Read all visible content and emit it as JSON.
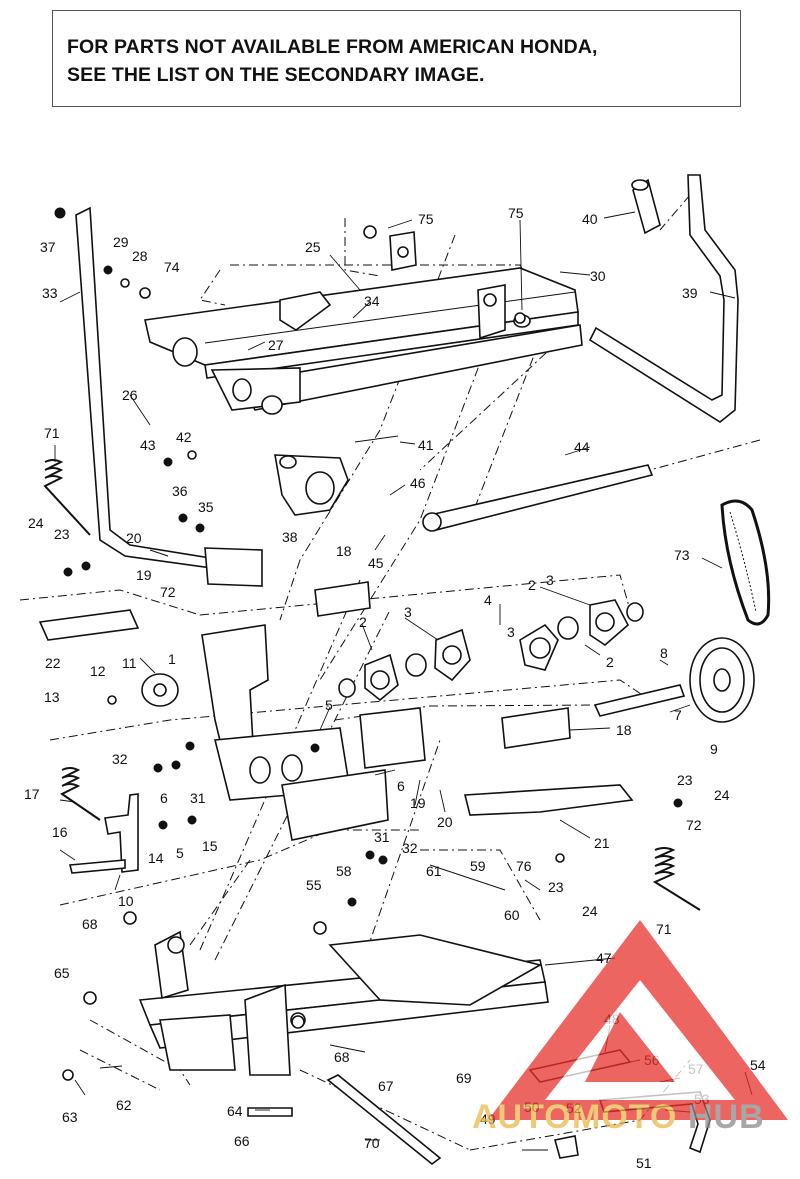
{
  "notice": {
    "line1": "FOR PARTS NOT AVAILABLE FROM AMERICAN HONDA,",
    "line2": "SEE THE LIST ON THE SECONDARY IMAGE."
  },
  "callouts": [
    "1",
    "2",
    "2",
    "2",
    "3",
    "3",
    "3",
    "4",
    "5",
    "5",
    "6",
    "6",
    "7",
    "8",
    "9",
    "10",
    "11",
    "12",
    "13",
    "14",
    "15",
    "16",
    "17",
    "18",
    "18",
    "19",
    "19",
    "20",
    "20",
    "21",
    "22",
    "23",
    "23",
    "24",
    "24",
    "25",
    "26",
    "27",
    "28",
    "29",
    "30",
    "31",
    "31",
    "32",
    "32",
    "33",
    "34",
    "35",
    "36",
    "37",
    "38",
    "39",
    "40",
    "41",
    "42",
    "43",
    "44",
    "45",
    "46",
    "47",
    "48",
    "49",
    "50",
    "51",
    "52",
    "53",
    "54",
    "55",
    "56",
    "57",
    "58",
    "59",
    "60",
    "61",
    "62",
    "63",
    "64",
    "65",
    "66",
    "67",
    "68",
    "68",
    "69",
    "70",
    "71",
    "71",
    "72",
    "72",
    "73",
    "74",
    "75",
    "75",
    "76"
  ],
  "watermark": {
    "brand": "AUTOMOTOHUB",
    "colors": {
      "triangle": "#e8322c",
      "text_gold": "#e9b84a",
      "text_gray": "#8a8a8a"
    }
  }
}
